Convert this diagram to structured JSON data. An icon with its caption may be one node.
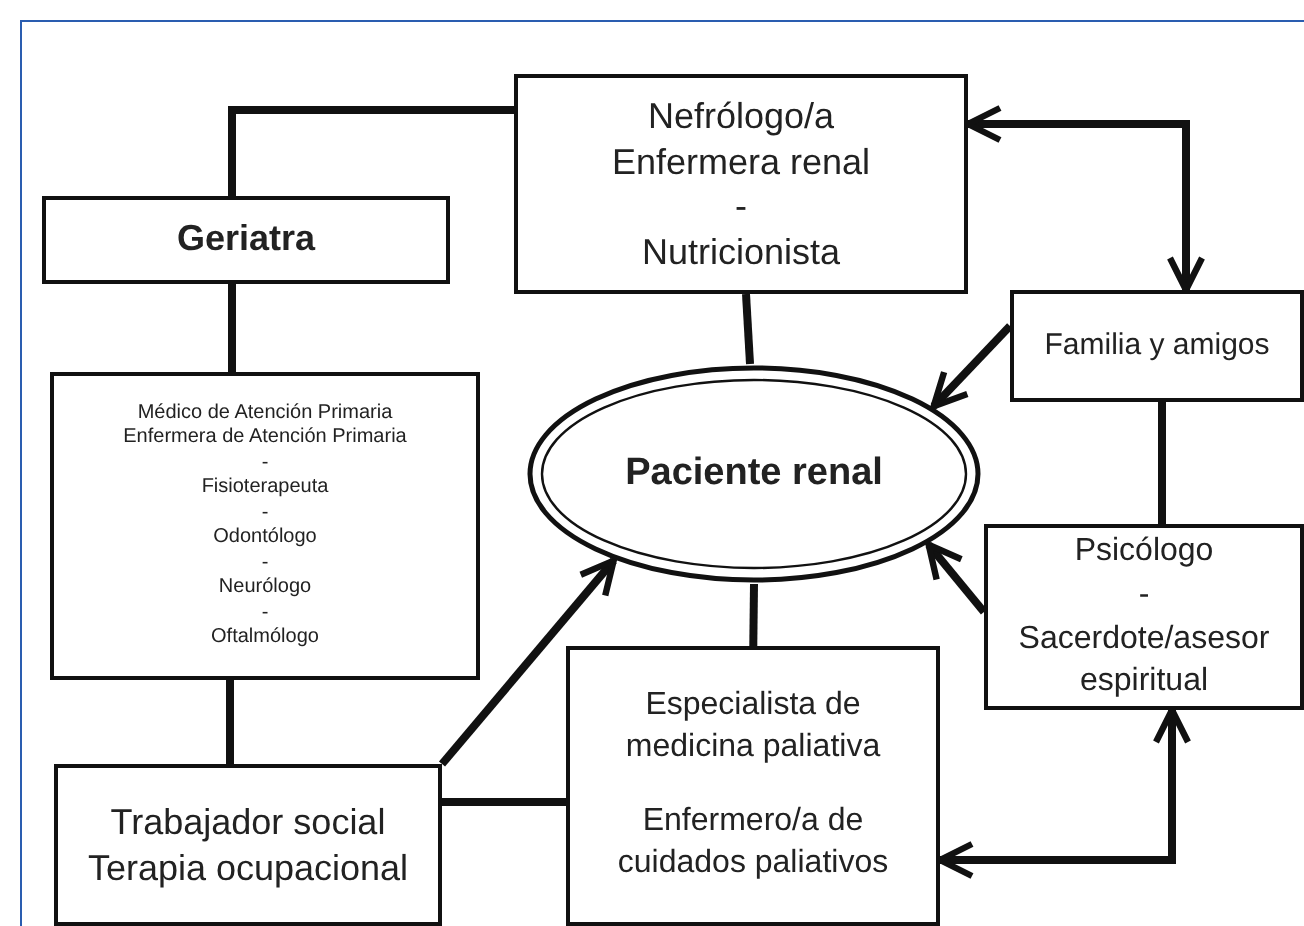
{
  "diagram": {
    "nodes": [
      {
        "text": [
          "Nefrólogo/a",
          "Enfermera renal",
          "-",
          "Nutricionista"
        ]
      },
      {
        "text": [
          "Geriatra"
        ]
      },
      {
        "text": [
          "Familia y amigos"
        ]
      },
      {
        "text": [
          "Médico de Atención Primaria",
          "Enfermera de Atención Primaria",
          "-",
          "Fisioterapeuta",
          "-",
          "Odontólogo",
          "-",
          "Neurólogo",
          "-",
          "Oftalmólogo"
        ]
      },
      {
        "text": [
          "Paciente renal"
        ]
      },
      {
        "text": [
          "Psicólogo",
          "-",
          "Sacerdote/asesor espiritual"
        ]
      },
      {
        "text": [
          "Especialista de medicina paliativa",
          "Enfermero/a de cuidados paliativos"
        ]
      },
      {
        "text": [
          "Trabajador social",
          "Terapia ocupacional"
        ]
      }
    ],
    "edges": [
      {
        "from": 0,
        "to": 1,
        "arrow": "none"
      },
      {
        "from": 1,
        "to": 3,
        "arrow": "none"
      },
      {
        "from": 3,
        "to": 7,
        "arrow": "none"
      },
      {
        "from": 0,
        "to": 4,
        "arrow": "none"
      },
      {
        "from": 7,
        "to": 4,
        "arrow": "to"
      },
      {
        "from": 7,
        "to": 6,
        "arrow": "none"
      },
      {
        "from": 6,
        "to": 4,
        "arrow": "none"
      },
      {
        "from": 2,
        "to": 4,
        "arrow": "to"
      },
      {
        "from": 2,
        "to": 5,
        "arrow": "none"
      },
      {
        "from": 5,
        "to": 4,
        "arrow": "to"
      },
      {
        "from": 0,
        "to": 2,
        "arrow": "both"
      },
      {
        "from": 6,
        "to": 5,
        "arrow": "both"
      }
    ]
  }
}
